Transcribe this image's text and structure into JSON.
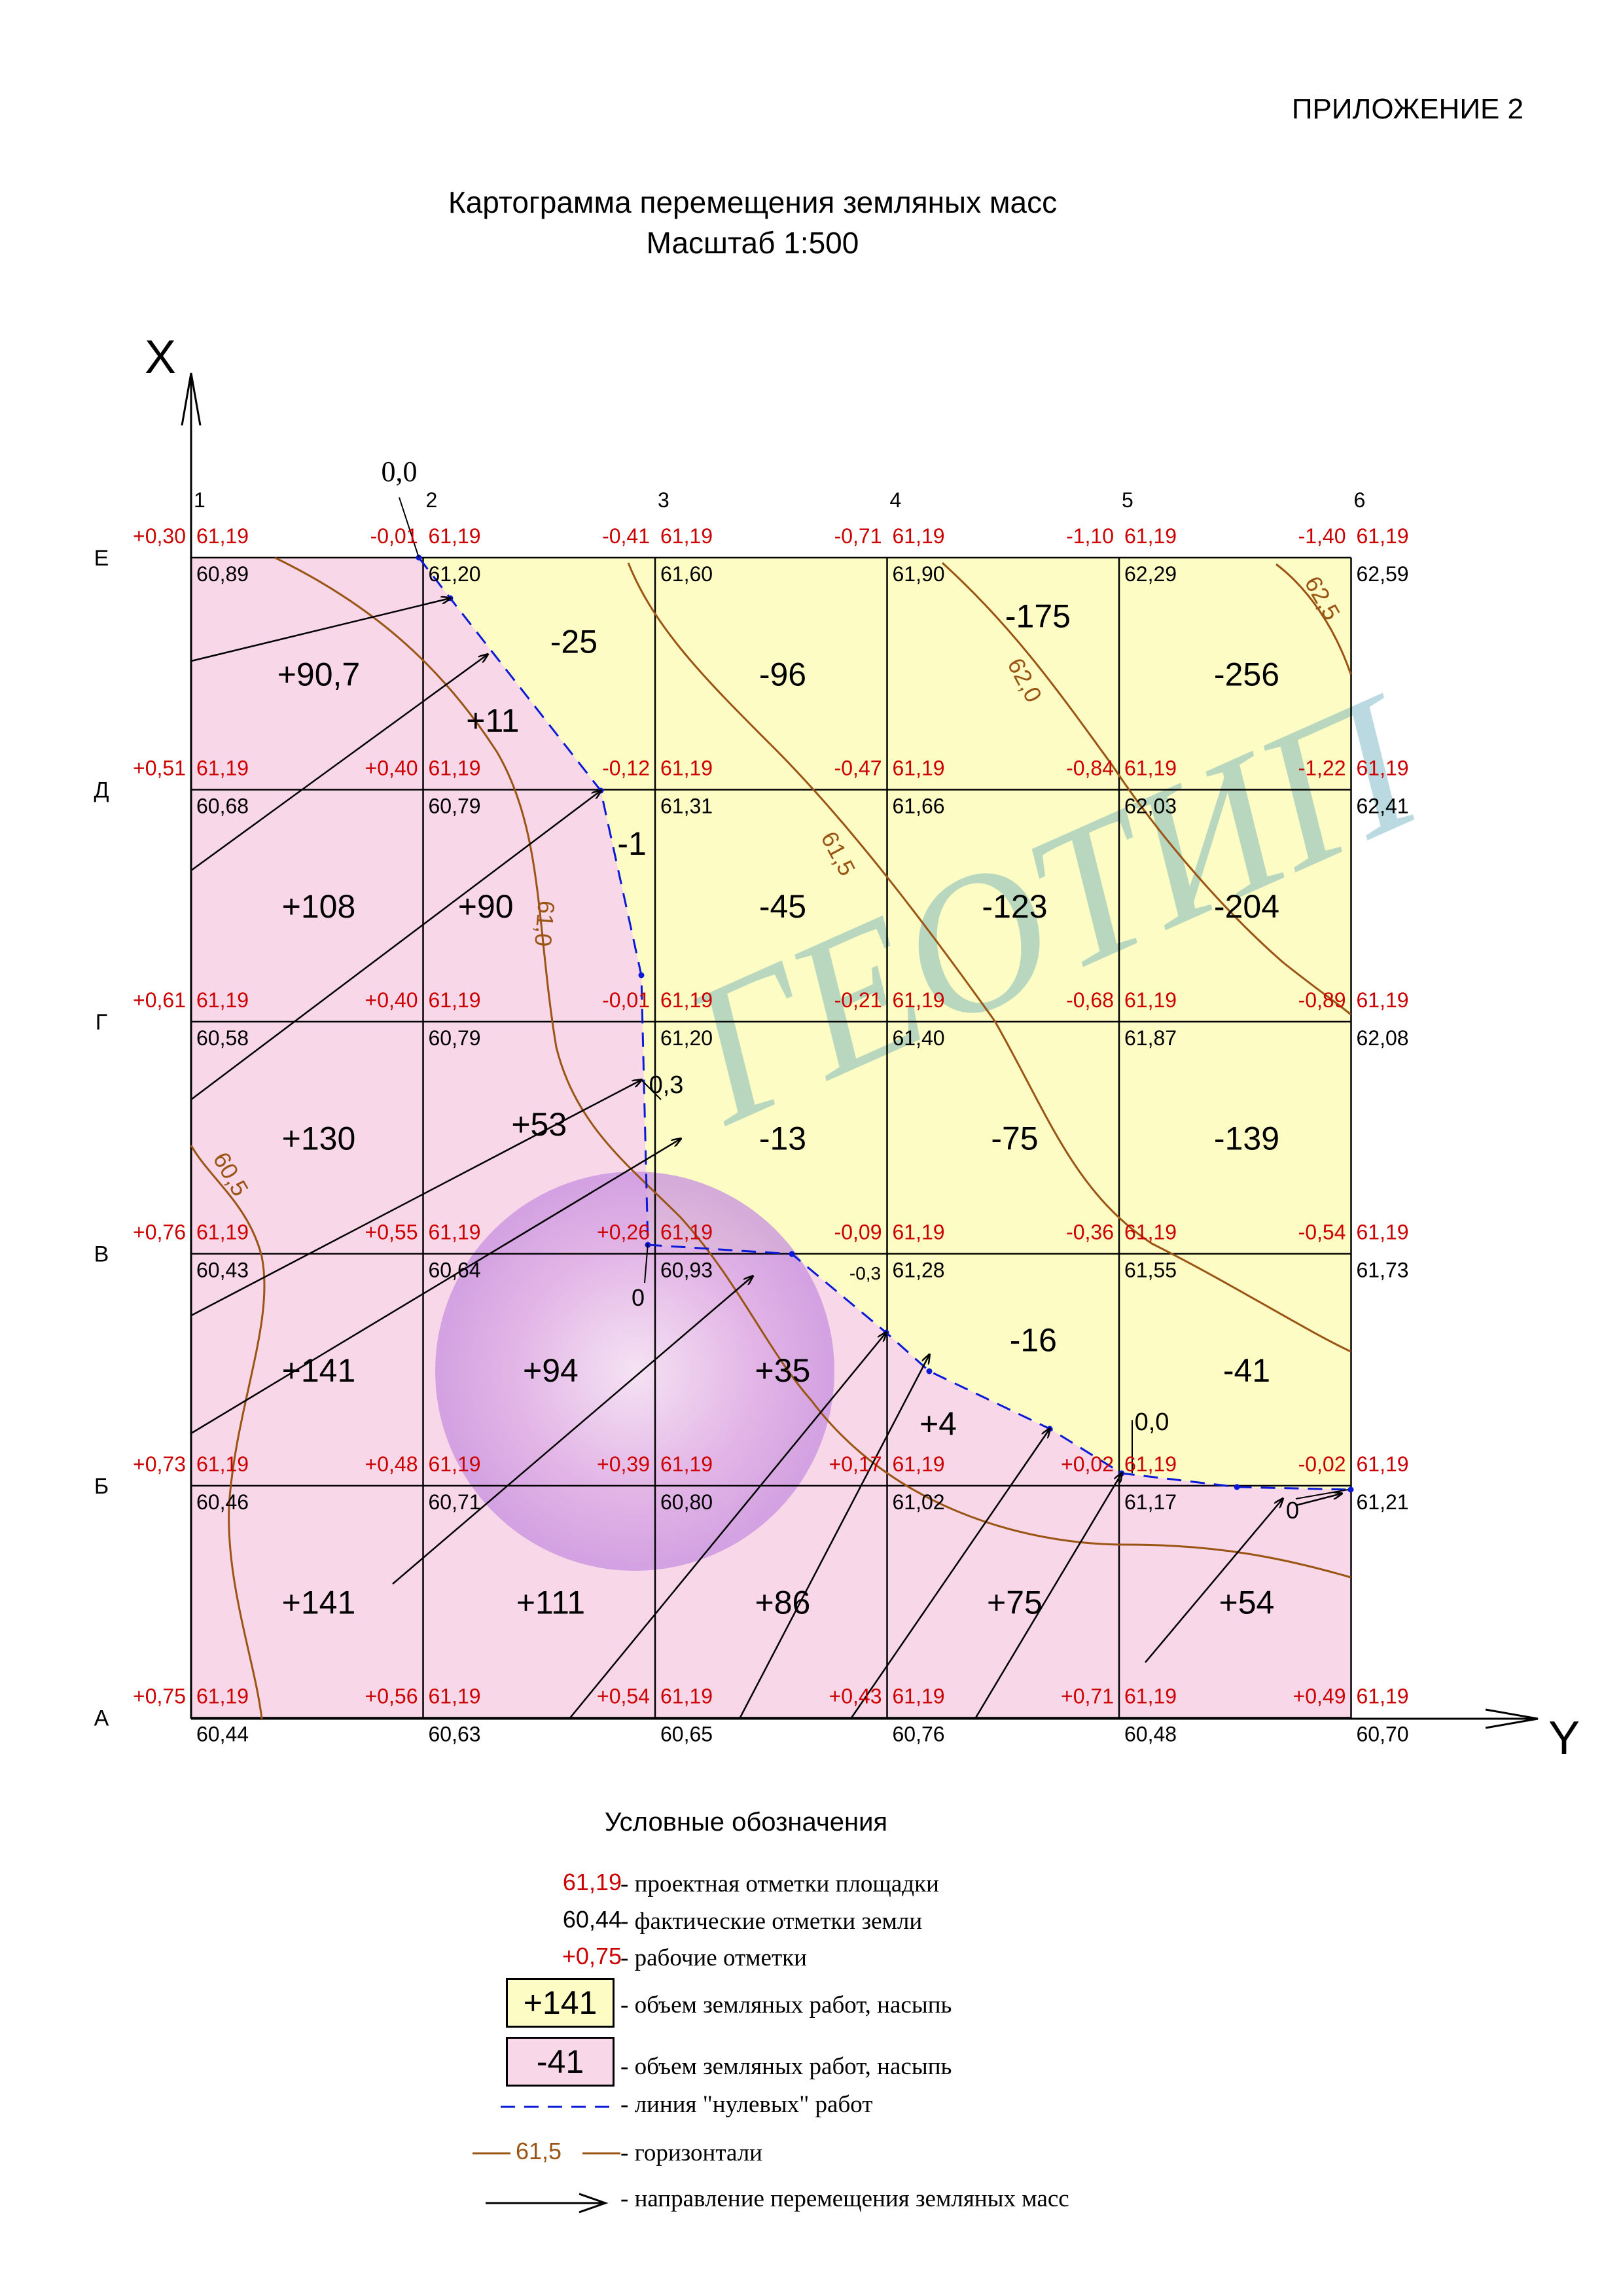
{
  "header": {
    "appendix": "ПРИЛОЖЕНИЕ 2",
    "title": "Картограмма перемещения земляных масс",
    "scale": "Масштаб 1:500"
  },
  "axes": {
    "x": "X",
    "y": "Y"
  },
  "columns": [
    "1",
    "2",
    "3",
    "4",
    "5",
    "6"
  ],
  "rows": [
    "Е",
    "Д",
    "Г",
    "В",
    "Б",
    "А"
  ],
  "colors": {
    "fill": "#f8d7e8",
    "cut": "#fcfcc4",
    "design": "#cc0000",
    "contour": "#9a5414",
    "zero_line": "#0a1ad8"
  },
  "nodes": [
    [
      {
        "work": "+0,30",
        "design": "61,19",
        "ground": "60,89"
      },
      {
        "work": "-0,01",
        "design": "61,19",
        "ground": "61,20"
      },
      {
        "work": "-0,41",
        "design": "61,19",
        "ground": "61,60"
      },
      {
        "work": "-0,71",
        "design": "61,19",
        "ground": "61,90"
      },
      {
        "work": "-1,10",
        "design": "61,19",
        "ground": "62,29"
      },
      {
        "work": "-1,40",
        "design": "61,19",
        "ground": "62,59"
      }
    ],
    [
      {
        "work": "+0,51",
        "design": "61,19",
        "ground": "60,68"
      },
      {
        "work": "+0,40",
        "design": "61,19",
        "ground": "60,79"
      },
      {
        "work": "-0,12",
        "design": "61,19",
        "ground": "61,31"
      },
      {
        "work": "-0,47",
        "design": "61,19",
        "ground": "61,66"
      },
      {
        "work": "-0,84",
        "design": "61,19",
        "ground": "62,03"
      },
      {
        "work": "-1,22",
        "design": "61,19",
        "ground": "62,41"
      }
    ],
    [
      {
        "work": "+0,61",
        "design": "61,19",
        "ground": "60,58"
      },
      {
        "work": "+0,40",
        "design": "61,19",
        "ground": "60,79"
      },
      {
        "work": "-0,01",
        "design": "61,19",
        "ground": "61,20"
      },
      {
        "work": "-0,21",
        "design": "61,19",
        "ground": "61,40"
      },
      {
        "work": "-0,68",
        "design": "61,19",
        "ground": "61,87"
      },
      {
        "work": "-0,89",
        "design": "61,19",
        "ground": "62,08"
      }
    ],
    [
      {
        "work": "+0,76",
        "design": "61,19",
        "ground": "60,43"
      },
      {
        "work": "+0,55",
        "design": "61,19",
        "ground": "60,64"
      },
      {
        "work": "+0,26",
        "design": "61,19",
        "ground": "60,93"
      },
      {
        "work": "-0,09",
        "design": "61,19",
        "ground": "61,28"
      },
      {
        "work": "-0,36",
        "design": "61,19",
        "ground": "61,55"
      },
      {
        "work": "-0,54",
        "design": "61,19",
        "ground": "61,73"
      }
    ],
    [
      {
        "work": "+0,73",
        "design": "61,19",
        "ground": "60,46"
      },
      {
        "work": "+0,48",
        "design": "61,19",
        "ground": "60,71"
      },
      {
        "work": "+0,39",
        "design": "61,19",
        "ground": "60,80"
      },
      {
        "work": "+0,17",
        "design": "61,19",
        "ground": "61,02"
      },
      {
        "work": "+0,02",
        "design": "61,19",
        "ground": "61,17"
      },
      {
        "work": "-0,02",
        "design": "61,19",
        "ground": "61,21"
      }
    ],
    [
      {
        "work": "+0,75",
        "design": "61,19",
        "ground": "60,44"
      },
      {
        "work": "+0,56",
        "design": "61,19",
        "ground": "60,63"
      },
      {
        "work": "+0,54",
        "design": "61,19",
        "ground": "60,65"
      },
      {
        "work": "+0,43",
        "design": "61,19",
        "ground": "60,76"
      },
      {
        "work": "+0,71",
        "design": "61,19",
        "ground": "60,48"
      },
      {
        "work": "+0,49",
        "design": "61,19",
        "ground": "60,70"
      }
    ]
  ],
  "volumes": [
    {
      "row": 0,
      "col": 0,
      "value": "+90,7"
    },
    {
      "row": 0,
      "col": 1,
      "value": "+11",
      "fx": 0.3,
      "fy": 0.7
    },
    {
      "row": 0,
      "col": 1,
      "value": "-25",
      "fx": 0.65,
      "fy": 0.36
    },
    {
      "row": 0,
      "col": 2,
      "value": "-96"
    },
    {
      "row": 0,
      "col": 3,
      "value": "-175",
      "fx": 0.65,
      "fy": 0.25
    },
    {
      "row": 0,
      "col": 4,
      "value": "-256"
    },
    {
      "row": 1,
      "col": 0,
      "value": "+108"
    },
    {
      "row": 1,
      "col": 1,
      "value": "+90",
      "fx": 0.27
    },
    {
      "row": 1,
      "col": 1,
      "value": "-1",
      "fx": 0.9,
      "fy": 0.23
    },
    {
      "row": 1,
      "col": 2,
      "value": "-45"
    },
    {
      "row": 1,
      "col": 3,
      "value": "-123"
    },
    {
      "row": 1,
      "col": 4,
      "value": "-204"
    },
    {
      "row": 2,
      "col": 0,
      "value": "+130"
    },
    {
      "row": 2,
      "col": 1,
      "value": "+53",
      "fx": 0.5,
      "fy": 0.44
    },
    {
      "row": 2,
      "col": 2,
      "value": "-13"
    },
    {
      "row": 2,
      "col": 3,
      "value": "-75"
    },
    {
      "row": 2,
      "col": 4,
      "value": "-139"
    },
    {
      "row": 3,
      "col": 0,
      "value": "+141"
    },
    {
      "row": 3,
      "col": 1,
      "value": "+94"
    },
    {
      "row": 3,
      "col": 2,
      "value": "+35"
    },
    {
      "row": 3,
      "col": 3,
      "value": "+4",
      "fx": 0.22,
      "fy": 0.73
    },
    {
      "row": 3,
      "col": 3,
      "value": "-16",
      "fx": 0.63,
      "fy": 0.37
    },
    {
      "row": 3,
      "col": 4,
      "value": "-41"
    },
    {
      "row": 4,
      "col": 0,
      "value": "+141"
    },
    {
      "row": 4,
      "col": 1,
      "value": "+111"
    },
    {
      "row": 4,
      "col": 2,
      "value": "+86"
    },
    {
      "row": 4,
      "col": 3,
      "value": "+75"
    },
    {
      "row": 4,
      "col": 4,
      "value": "+54"
    }
  ],
  "contour_labels": [
    "60,5",
    "61,0",
    "61,5",
    "62,0",
    "62,5"
  ],
  "zero_labels": [
    "0,0",
    "0,3",
    "0",
    "-0,3",
    "0,0",
    "0"
  ],
  "watermark": "ГЕОТИП",
  "legend": {
    "title": "Условные обозначения",
    "items": [
      {
        "sample": "61,19",
        "text": "- проектная отметки площадки"
      },
      {
        "sample": "60,44",
        "text": "- фактические отметки земли"
      },
      {
        "sample": "+0,75",
        "text": "- рабочие отметки"
      },
      {
        "sample": "+141",
        "text": "- объем земляных работ, насыпь"
      },
      {
        "sample": "-41",
        "text": "- объем земляных работ, насыпь"
      },
      {
        "text": "- линия \"нулевых\" работ"
      },
      {
        "sample": "61,5",
        "text": "- горизонтали"
      },
      {
        "text": "- направление перемещения земляных масс"
      }
    ]
  }
}
